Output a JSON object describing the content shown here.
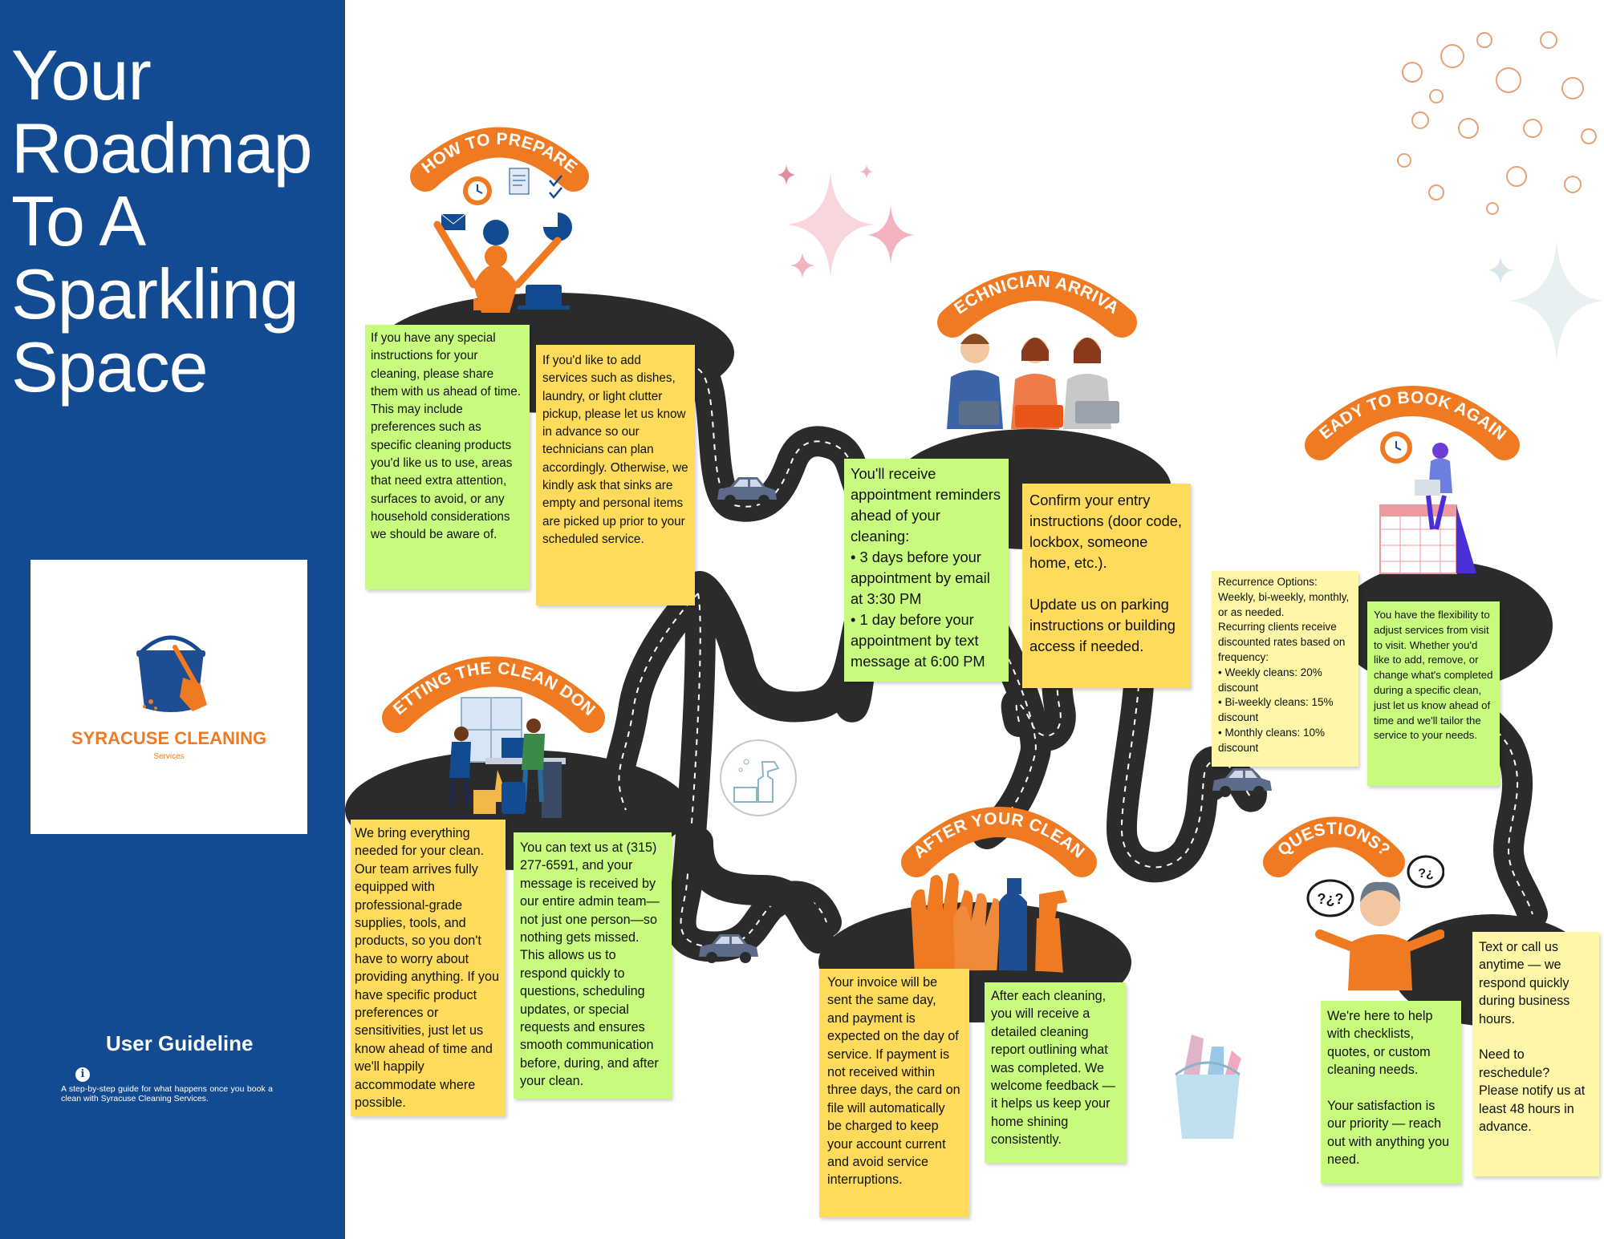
{
  "title": "Your\nRoadmap\nTo A\nSparkling\nSpace",
  "logo": {
    "name": "SYRACUSE CLEANING",
    "sub": "Services"
  },
  "guide": {
    "title": "User Guideline",
    "description": "A step-by-step guide for what happens once you book a clean with Syracuse Cleaning Services."
  },
  "colors": {
    "sidebar": "#134b93",
    "accent": "#ef7a22",
    "road": "#2b2b2b",
    "green_note": "#c8fb7d",
    "yellow_note": "#fedb5a"
  },
  "sections": [
    {
      "ribbon": "HOW TO PREPARE",
      "icon": "woman-juggling-tasks-illustration"
    },
    {
      "ribbon": "TECHNICIAN ARRIVAL",
      "icon": "three-technicians-illustration"
    },
    {
      "ribbon": "READY TO BOOK AGAIN?",
      "icon": "woman-on-calendar-illustration"
    },
    {
      "ribbon": "GETTING THE CLEAN DONE",
      "icon": "office-cleaners-illustration"
    },
    {
      "ribbon": "AFTER YOUR CLEAN",
      "icon": "gloves-and-bottles-illustration"
    },
    {
      "ribbon": "QUESTIONS?",
      "icon": "confused-man-illustration"
    }
  ],
  "notes": {
    "prepare_1": "If you have any special instructions for your cleaning, please share them with us ahead of time. This may include preferences such as specific cleaning products you'd like us to use, areas that need extra attention, surfaces to avoid, or any household considerations we should be aware of.",
    "prepare_2": "If you'd like to add services such as dishes, laundry, or light clutter pickup, please let us know in advance so our technicians can plan accordingly. Otherwise, we kindly ask that sinks are empty and personal items are picked up prior to your scheduled service.",
    "arrival_1": "You'll receive appointment reminders ahead of your cleaning:\n • 3 days before your appointment by email at 3:30 PM\n • 1 day before your appointment by text message at 6:00 PM",
    "arrival_2": "Confirm your entry instructions (door code, lockbox, someone home, etc.).\n\nUpdate us on parking instructions or building access if needed.",
    "book_1": "Recurrence Options: Weekly, bi-weekly, monthly, or as needed.\n Recurring clients receive discounted rates based on frequency:\n • Weekly cleans: 20% discount\n • Bi-weekly cleans: 15% discount\n • Monthly cleans: 10% discount",
    "book_2": "You have the flexibility to adjust services from visit to visit. Whether you'd like to add, remove, or change what's completed during a specific clean, just let us know ahead of time and we'll tailor the service to your needs.",
    "clean_1": "We bring everything needed for your clean.\n Our team arrives fully equipped with professional-grade supplies, tools, and products, so you don't have to worry about providing anything. If you have specific product preferences or sensitivities, just let us know ahead of time and we'll happily accommodate where possible.",
    "clean_2": "You can text us at (315) 277-6591, and your message is received by our entire admin team—not just one person—so nothing gets missed. This allows us to respond quickly to questions, scheduling updates, or special requests and ensures smooth communication before, during, and after your clean.",
    "after_1": "Your invoice will be sent the same day, and payment is expected on the day of service. If payment is not received within three days, the card on file will automatically be charged to keep your account current and avoid service interruptions.",
    "after_2": "After each cleaning, you will receive a detailed cleaning report outlining what was completed. We welcome feedback — it helps us keep your home shining consistently.",
    "questions_1": "We're here to help with checklists, quotes, or custom cleaning needs.\n\nYour satisfaction is our priority — reach out with anything you need.",
    "questions_2": "Text or call us anytime — we respond quickly during business hours.\n\nNeed to reschedule? Please notify us at least 48 hours in advance."
  }
}
